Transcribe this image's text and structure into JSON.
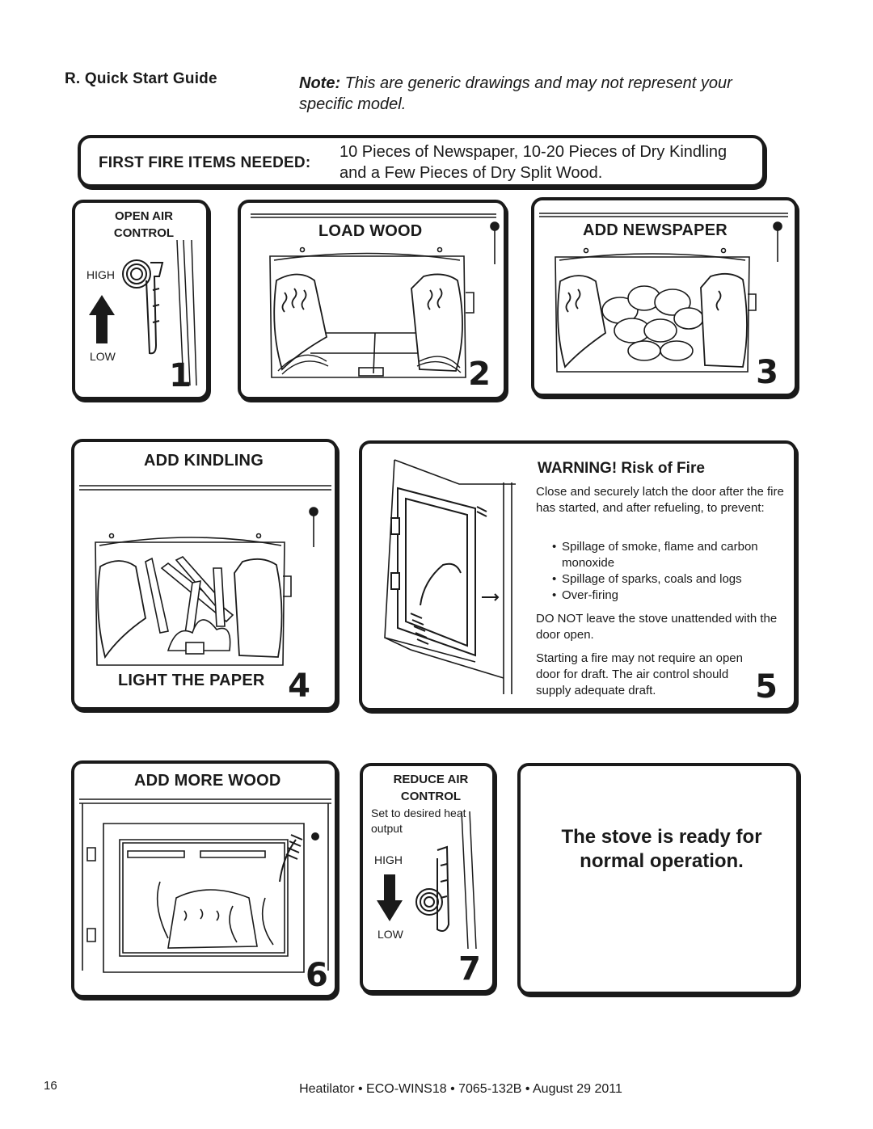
{
  "section_title": "R. Quick Start Guide",
  "note": {
    "label": "Note:",
    "text": "This are generic drawings and may not represent your specific model."
  },
  "first_fire": {
    "label": "FIRST FIRE ITEMS NEEDED:",
    "line1": "10 Pieces of Newspaper, 10-20 Pieces of Dry Kindling",
    "line2": "and a Few Pieces of Dry Split Wood."
  },
  "step1": {
    "title_line1": "OPEN AIR",
    "title_line2": "CONTROL",
    "high": "HIGH",
    "low": "LOW",
    "number": "1"
  },
  "step2": {
    "title": "LOAD WOOD",
    "number": "2"
  },
  "step3": {
    "title": "ADD NEWSPAPER",
    "number": "3"
  },
  "step4": {
    "title": "ADD KINDLING",
    "subtitle": "LIGHT THE PAPER",
    "number": "4"
  },
  "step5": {
    "title": "WARNING! Risk of Fire",
    "intro": "Close and securely latch the door after the fire has started, and after refueling, to prevent:",
    "bullets": [
      "Spillage of smoke, flame and carbon monoxide",
      "Spillage of sparks, coals and logs",
      "Over-firing"
    ],
    "p2": "DO NOT leave the stove unattended with the door open.",
    "p3": "Starting a fire may not require an open door for draft.  The air control should supply adequate draft.",
    "number": "5"
  },
  "step6": {
    "title": "ADD MORE WOOD",
    "number": "6"
  },
  "step7": {
    "title_line1": "REDUCE AIR",
    "title_line2": "CONTROL",
    "desc": "Set to desired heat output",
    "high": "HIGH",
    "low": "LOW",
    "number": "7"
  },
  "final": {
    "line1": "The stove is ready for",
    "line2": "normal operation."
  },
  "footer": {
    "page_number": "16",
    "text": "Heatilator • ECO-WINS18 • 7065-132B • August 29 2011"
  },
  "colors": {
    "ink": "#1a1a1a",
    "paper": "#ffffff"
  }
}
